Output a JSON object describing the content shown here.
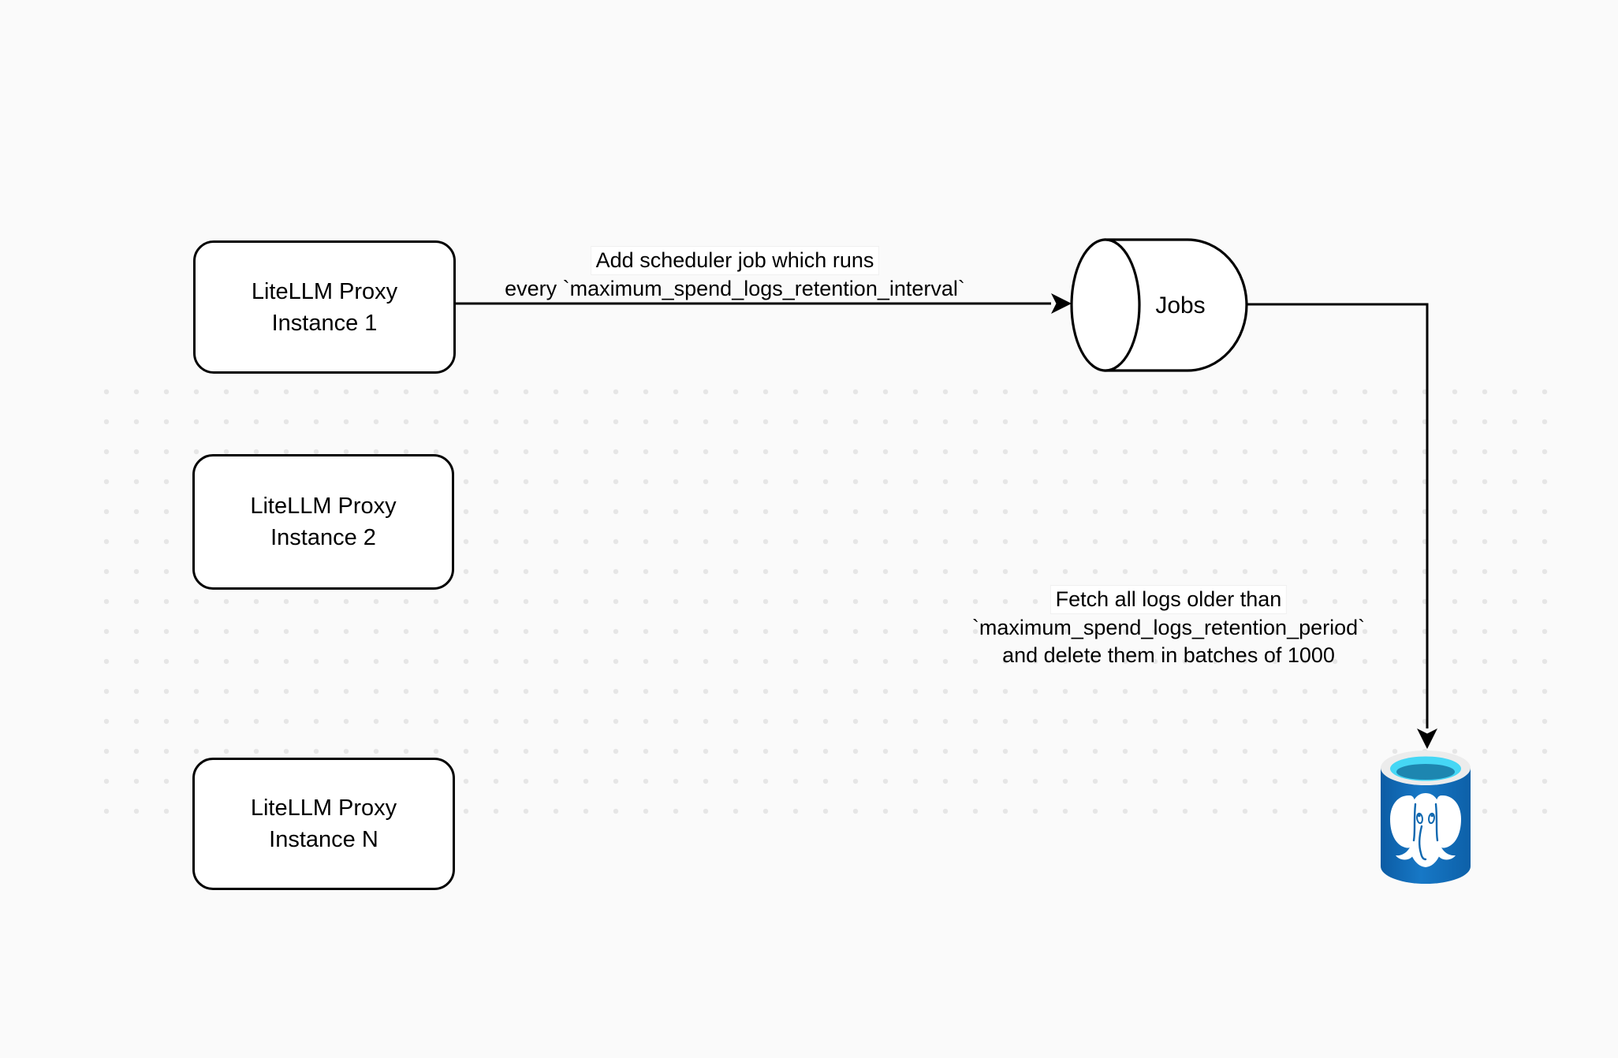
{
  "nodes": {
    "proxy1": {
      "line1": "LiteLLM Proxy",
      "line2": "Instance 1"
    },
    "proxy2": {
      "line1": "LiteLLM Proxy",
      "line2": "Instance 2"
    },
    "proxyN": {
      "line1": "LiteLLM Proxy",
      "line2": "Instance N"
    },
    "jobs": {
      "label": "Jobs"
    }
  },
  "edge_labels": {
    "scheduler": {
      "line1": "Add scheduler job which runs",
      "line2": "every `maximum_spend_logs_retention_interval`"
    },
    "fetch": {
      "line1": "Fetch all logs older than",
      "line2": "`maximum_spend_logs_retention_period`",
      "line3": "and delete them in batches of 1000"
    }
  },
  "icons": {
    "postgres": "postgresql-database"
  },
  "colors": {
    "background": "#FAFAFA",
    "dot": "#E6E6E6",
    "stroke": "#000000",
    "node_fill": "#FFFFFF",
    "postgres_body_dark": "#0C5CA4",
    "postgres_body_light": "#1778C6",
    "postgres_rim": "#ECECEC",
    "postgres_water": "#45D7F5",
    "postgres_water_deep": "#1D86B0",
    "postgres_detail": "#0F68B0"
  }
}
